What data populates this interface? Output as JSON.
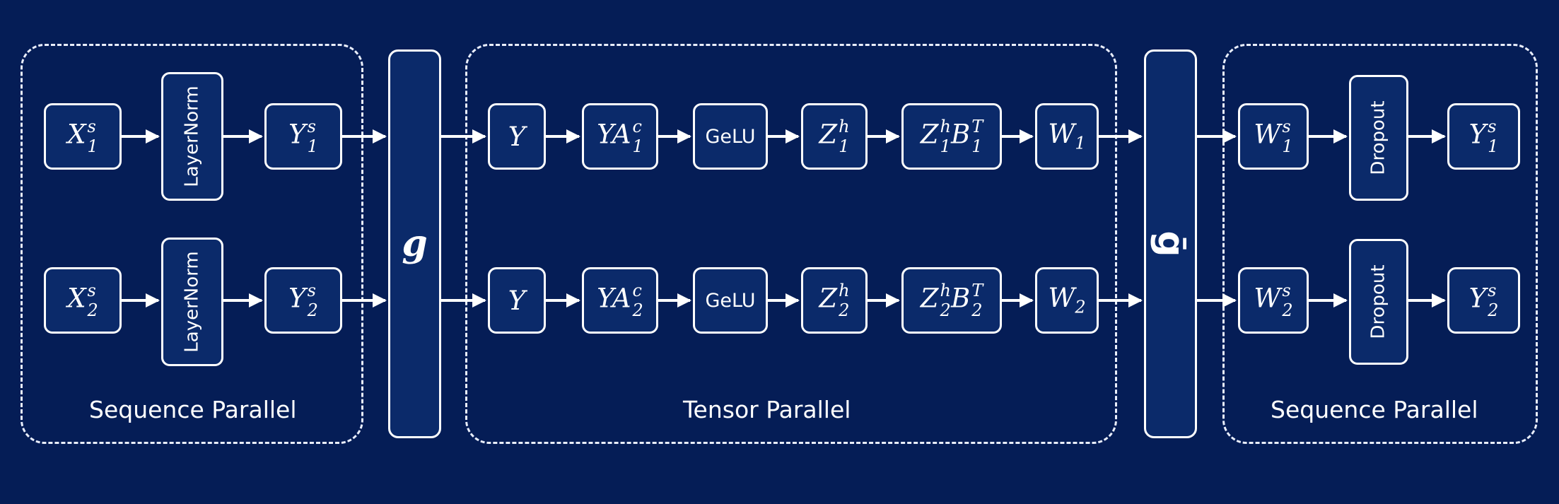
{
  "regions": {
    "left": {
      "label": "Sequence Parallel"
    },
    "middle": {
      "label": "Tensor Parallel"
    },
    "right": {
      "label": "Sequence Parallel"
    }
  },
  "bars": {
    "g": {
      "label": "g"
    },
    "g_bar": {
      "label": "ḡ"
    }
  },
  "nodes": {
    "x1s": {
      "base": "X",
      "sup": "s",
      "sub": "1"
    },
    "x2s": {
      "base": "X",
      "sup": "s",
      "sub": "2"
    },
    "layernorm1": {
      "label": "LayerNorm"
    },
    "layernorm2": {
      "label": "LayerNorm"
    },
    "y1s": {
      "base": "Y",
      "sup": "s",
      "sub": "1"
    },
    "y2s": {
      "base": "Y",
      "sup": "s",
      "sub": "2"
    },
    "y_row1": {
      "base": "Y"
    },
    "y_row2": {
      "base": "Y"
    },
    "ya1c": {
      "base": "YA",
      "sup": "c",
      "sub": "1"
    },
    "ya2c": {
      "base": "YA",
      "sup": "c",
      "sub": "2"
    },
    "gelu1": {
      "label": "GeLU"
    },
    "gelu2": {
      "label": "GeLU"
    },
    "z1h": {
      "base": "Z",
      "sup": "h",
      "sub": "1"
    },
    "z2h": {
      "base": "Z",
      "sup": "h",
      "sub": "2"
    },
    "z1hb1t": {
      "base1": "Z",
      "sup1": "h",
      "sub1": "1",
      "base2": "B",
      "sup2": "T",
      "sub2": "1"
    },
    "z2hb2t": {
      "base1": "Z",
      "sup1": "h",
      "sub1": "2",
      "base2": "B",
      "sup2": "T",
      "sub2": "2"
    },
    "w1": {
      "base": "W",
      "sub": "1"
    },
    "w2": {
      "base": "W",
      "sub": "2"
    },
    "w1s": {
      "base": "W",
      "sup": "s",
      "sub": "1"
    },
    "w2s": {
      "base": "W",
      "sup": "s",
      "sub": "2"
    },
    "dropout1": {
      "label": "Dropout"
    },
    "dropout2": {
      "label": "Dropout"
    },
    "y1s_out": {
      "base": "Y",
      "sup": "s",
      "sub": "1"
    },
    "y2s_out": {
      "base": "Y",
      "sup": "s",
      "sub": "2"
    }
  },
  "colors": {
    "background": "#051d56",
    "box_fill": "#0b2a6a",
    "stroke": "#ffffff"
  }
}
